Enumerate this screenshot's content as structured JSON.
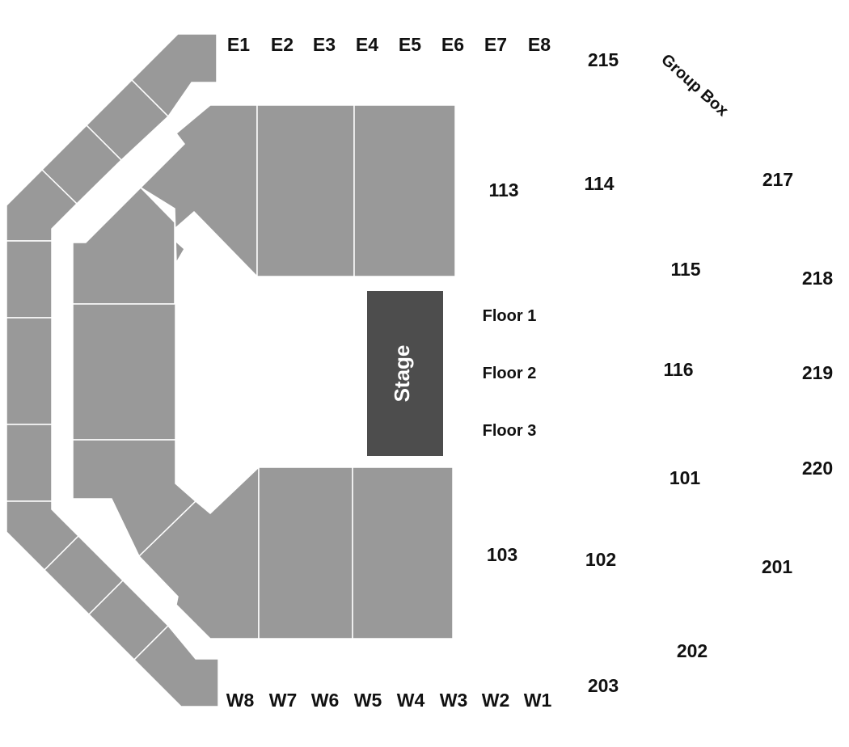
{
  "colors": {
    "section_fill": "#999999",
    "stage_fill": "#4d4d4d",
    "stage_text": "#ffffff",
    "label_text": "#111111",
    "background": "#ffffff"
  },
  "stage": {
    "label": "Stage"
  },
  "labels": {
    "e1": "E1",
    "e2": "E2",
    "e3": "E3",
    "e4": "E4",
    "e5": "E5",
    "e6": "E6",
    "e7": "E7",
    "e8": "E8",
    "w1": "W1",
    "w2": "W2",
    "w3": "W3",
    "w4": "W4",
    "w5": "W5",
    "w6": "W6",
    "w7": "W7",
    "w8": "W8",
    "s215": "215",
    "group_box": "Group Box",
    "s113": "113",
    "s114": "114",
    "s217": "217",
    "s115": "115",
    "s218": "218",
    "floor1": "Floor 1",
    "floor2": "Floor 2",
    "floor3": "Floor 3",
    "s116": "116",
    "s219": "219",
    "s101": "101",
    "s220": "220",
    "s103": "103",
    "s102": "102",
    "s201": "201",
    "s202": "202",
    "s203": "203"
  }
}
